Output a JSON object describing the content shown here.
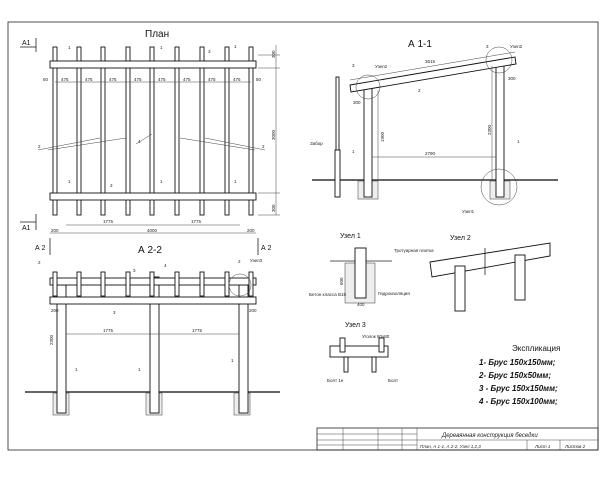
{
  "plan": {
    "title": "План",
    "section_a1": "А1",
    "dims": {
      "edge": "50",
      "spacing": "475",
      "depth_top": "300",
      "depth_mid": "3000",
      "depth_bot": "300",
      "span": "1775",
      "overhang": "200",
      "total": "4000"
    },
    "labels": {
      "post": "1",
      "rafter": "2",
      "beam": "3",
      "center": "4"
    }
  },
  "section_a11": {
    "title": "А 1-1",
    "span_rafter": "3615",
    "span_floor": "2790",
    "h_left": "1900",
    "h_right": "2300",
    "offset": "300",
    "fence": "Забор",
    "node1": "Узел1",
    "node2": "Узел2",
    "labels": {
      "post": "1",
      "rafter": "2",
      "beam": "3"
    }
  },
  "section_a22": {
    "title": "А 2-2",
    "section_a2": "А 2",
    "span": "1775",
    "overhang": "200",
    "height": "2300",
    "node3": "Узел3",
    "labels": {
      "post": "1",
      "rafter": "2",
      "beam": "3",
      "center": "4"
    }
  },
  "node1": {
    "title": "Узел 1",
    "paving": "Тротуарная плитка",
    "concrete": "Бетон класса B15",
    "waterproofing": "Гидроизоляция",
    "width": "400",
    "depth": "600"
  },
  "node2": {
    "title": "Узел 2"
  },
  "node3": {
    "title": "Узел 3",
    "angle": "Уголок 80х80",
    "bolt_left": "Болт 1н",
    "bolt_right": "Болт"
  },
  "explication": {
    "title": "Экспликация",
    "items": [
      "1- Брус 150х150мм;",
      "2- Брус 150х50мм;",
      "3 - Брус 150х150мм;",
      "4 - Брус 150х100мм;"
    ]
  },
  "stamp": {
    "name": "Деревянная конструкция беседки",
    "contents": "План, А 1-1, А 2-2, Узел 1,2,3",
    "sheet": "Лист 1",
    "sheets": "Листов 2"
  }
}
